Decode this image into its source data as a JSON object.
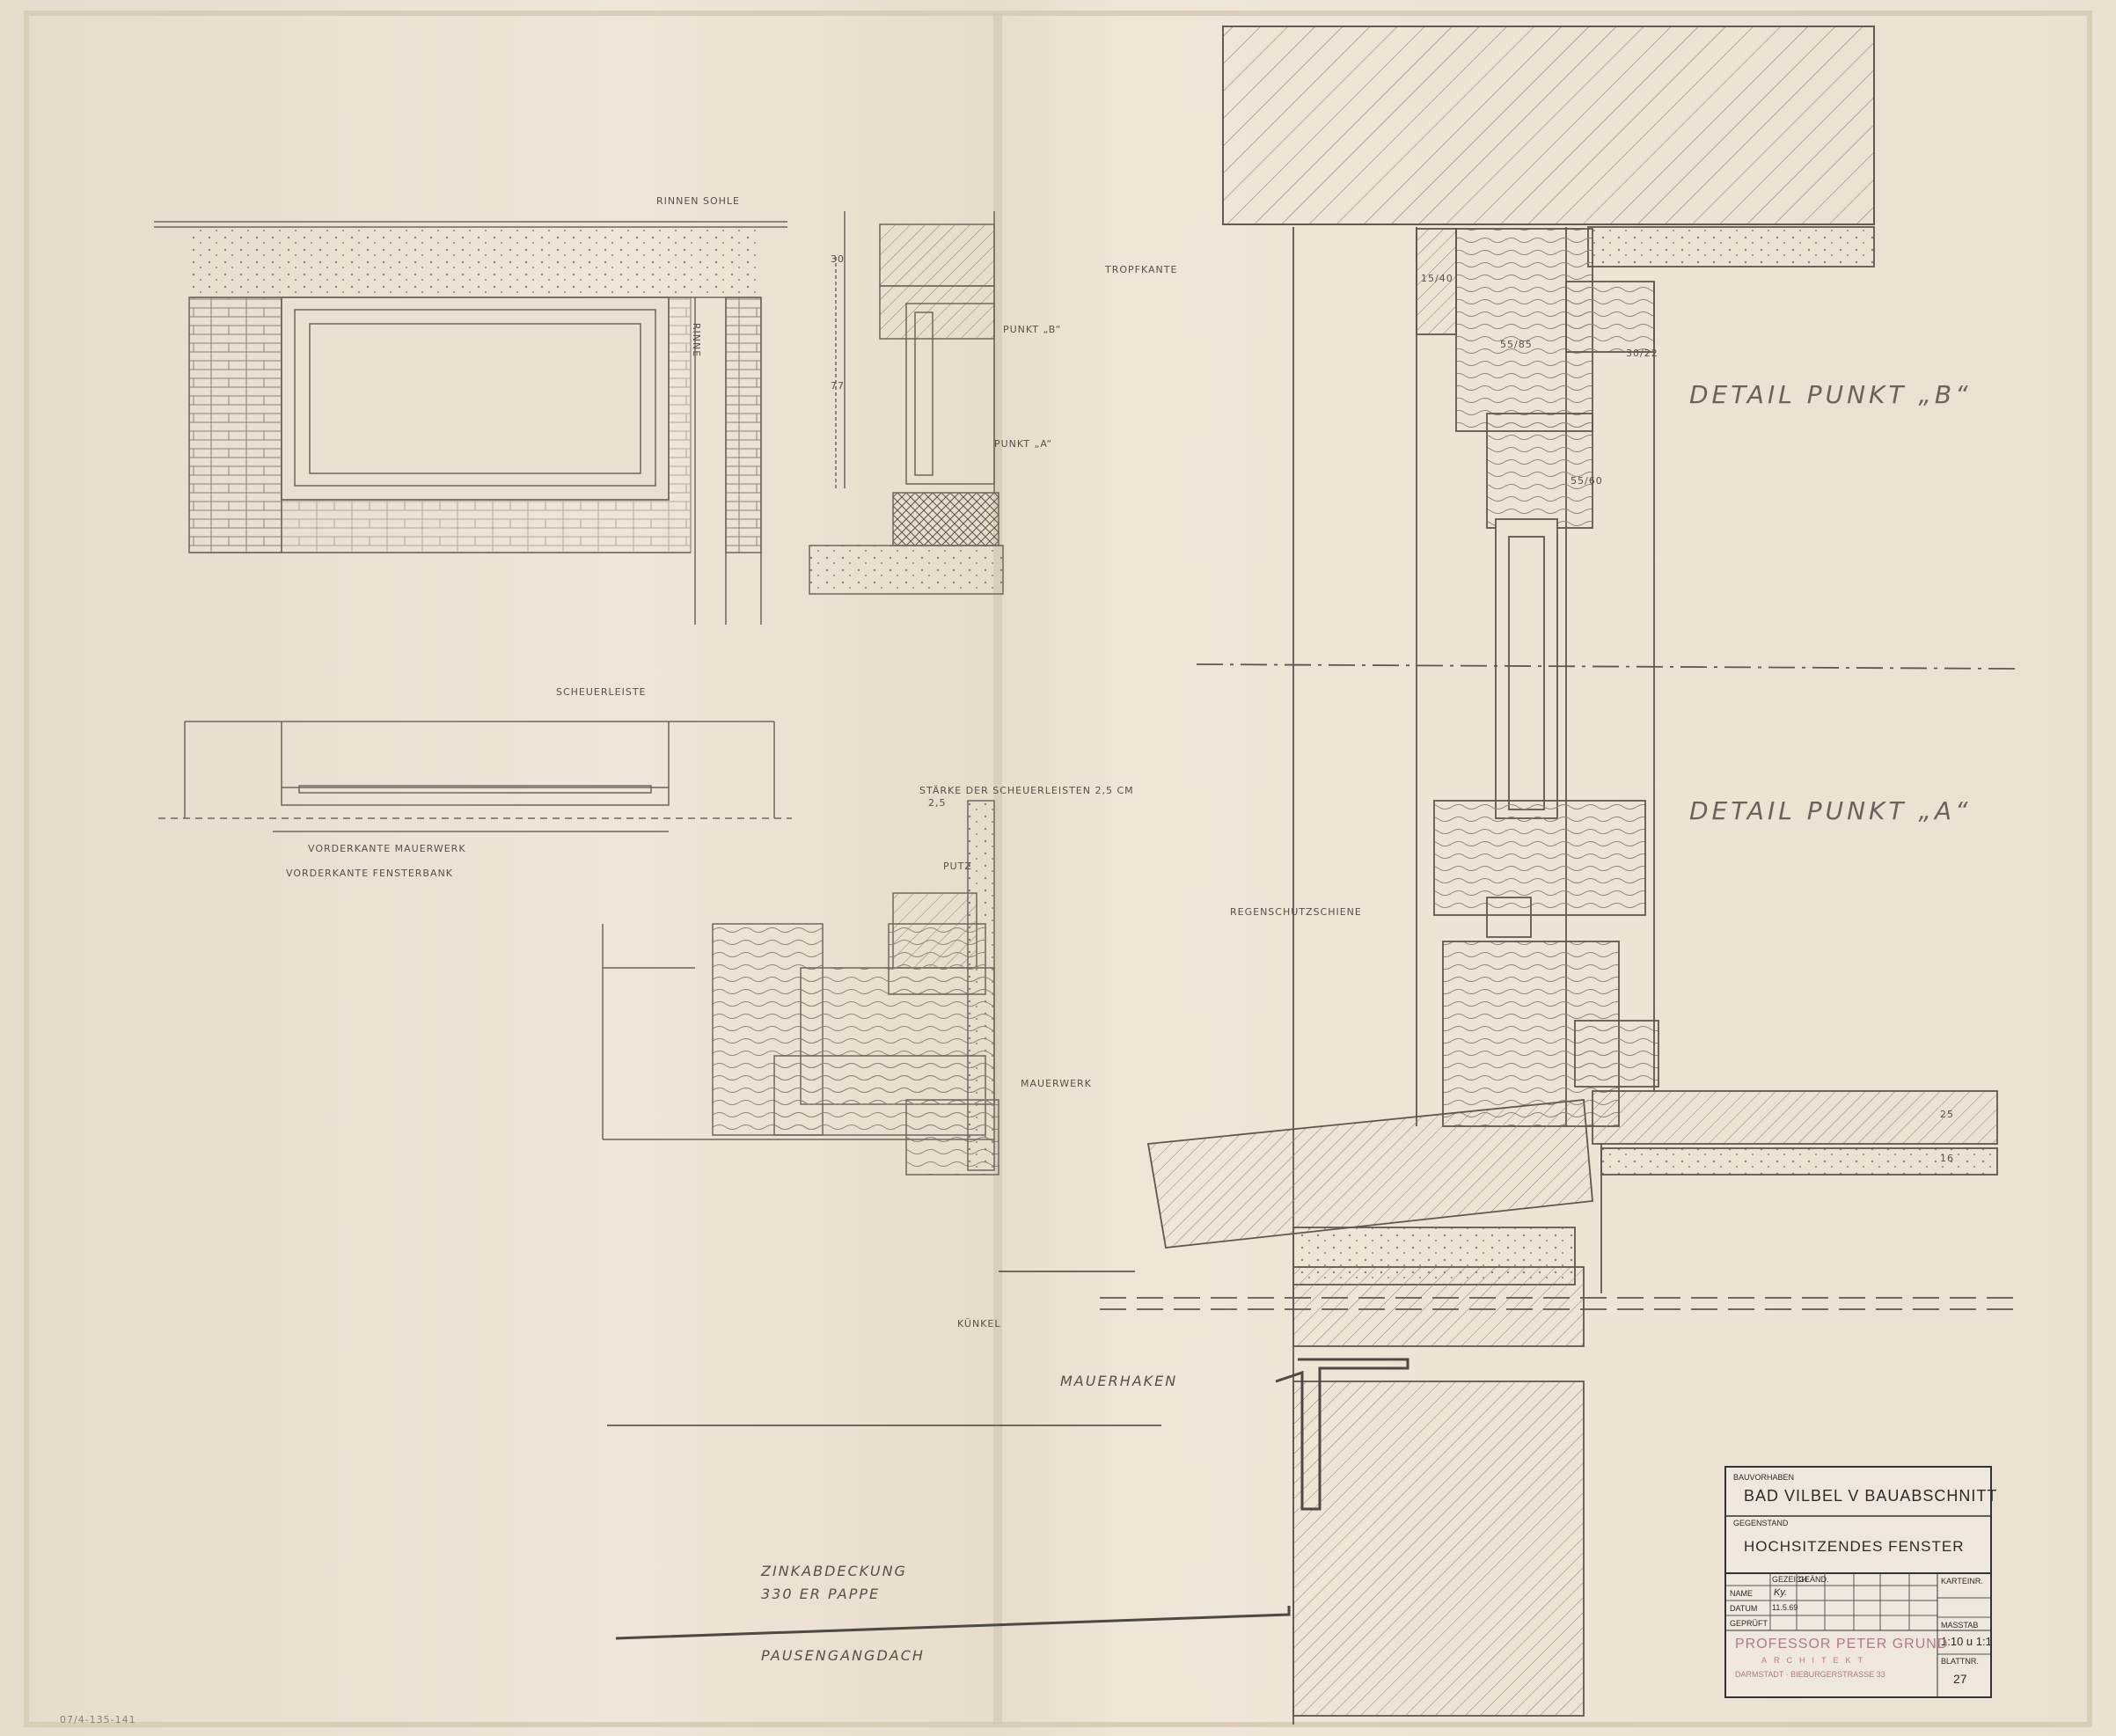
{
  "drawing_labels": {
    "rinnen_sohle": "RINNEN SOHLE",
    "rinne": "RINNE",
    "tropfkante": "TROPFKANTE",
    "punkt_b_small": "PUNKT „B“",
    "punkt_a_small": "PUNKT „A“",
    "detail_b": "DETAIL PUNKT „B“",
    "detail_a": "DETAIL PUNKT „A“",
    "scheuerleiste": "SCHEUERLEISTE",
    "vorderkante_mauerwerk": "VORDERKANTE MAUERWERK",
    "vorderkante_fensterbank": "VORDERKANTE FENSTERBANK",
    "staerke_scheuerleisten": "STÄRKE DER SCHEUERLEISTEN 2,5 CM",
    "putz": "PUTZ",
    "mauerwerk": "MAUERWERK",
    "regenschutzschiene": "REGENSCHUTZSCHIENE",
    "kuenkel": "KÜNKEL",
    "mauerhaken": "MAUERHAKEN",
    "zinkabdeckung": "ZINKABDECKUNG",
    "pappe": "330 ER PAPPE",
    "pausengangdach": "PAUSENGANGDACH"
  },
  "dimensions": {
    "d15_40": "15/40",
    "d55_85": "55/85",
    "d30_22": "30/22",
    "d55_60": "55/60",
    "d25": "25",
    "d16": "16",
    "d2_5": "2,5",
    "d77": "77",
    "d30": "30"
  },
  "title_block": {
    "bauvorhaben_label": "BAUVORHABEN",
    "bauvorhaben": "BAD VILBEL V BAUABSCHNITT",
    "gegenstand_label": "GEGENSTAND",
    "gegenstand": "HOCHSITZENDES FENSTER",
    "gezeich": "GEZEICH",
    "geaend": "GEÄND.",
    "karteinr": "KARTEINR.",
    "name_label": "NAME",
    "name_value": "Ky.",
    "datum_label": "DATUM",
    "datum_value": "11.5.69",
    "geprueft_label": "GEPRÜFT",
    "massstab_label": "MASSTAB",
    "massstab": "1:10 u 1:1",
    "architect": "PROFESSOR PETER GRUND",
    "architect_sub": "ARCHITEKT",
    "address": "DARMSTADT · BIEBURGERSTRASSE 33",
    "blatt_label": "BLATTNR.",
    "blatt": "27"
  },
  "archive_number": "07/4-135-141"
}
